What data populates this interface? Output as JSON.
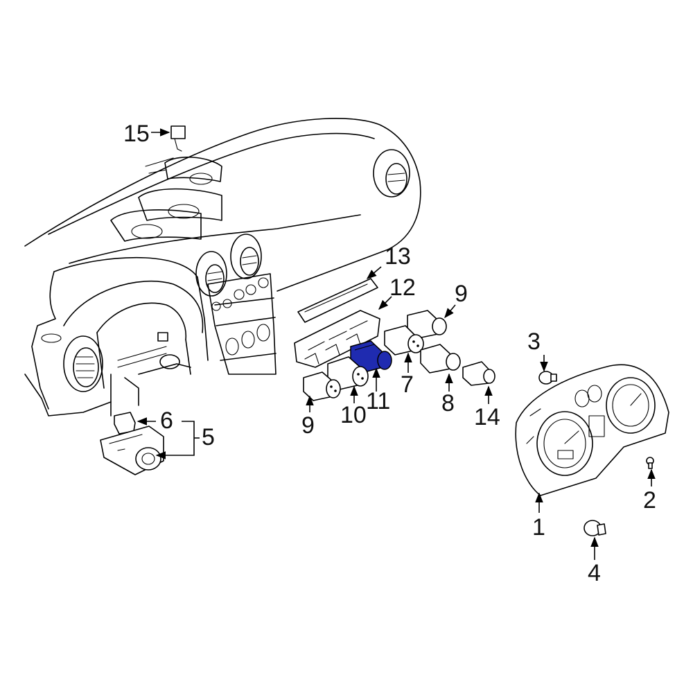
{
  "callouts": {
    "c1": "1",
    "c2": "2",
    "c3": "3",
    "c4": "4",
    "c5": "5",
    "c6": "6",
    "c7": "7",
    "c8": "8",
    "c9a": "9",
    "c9b": "9",
    "c10": "10",
    "c11": "11",
    "c12": "12",
    "c13": "13",
    "c14": "14",
    "c15": "15"
  },
  "colors": {
    "highlight": "#1f2bb0",
    "line": "#000000",
    "background": "#ffffff"
  }
}
